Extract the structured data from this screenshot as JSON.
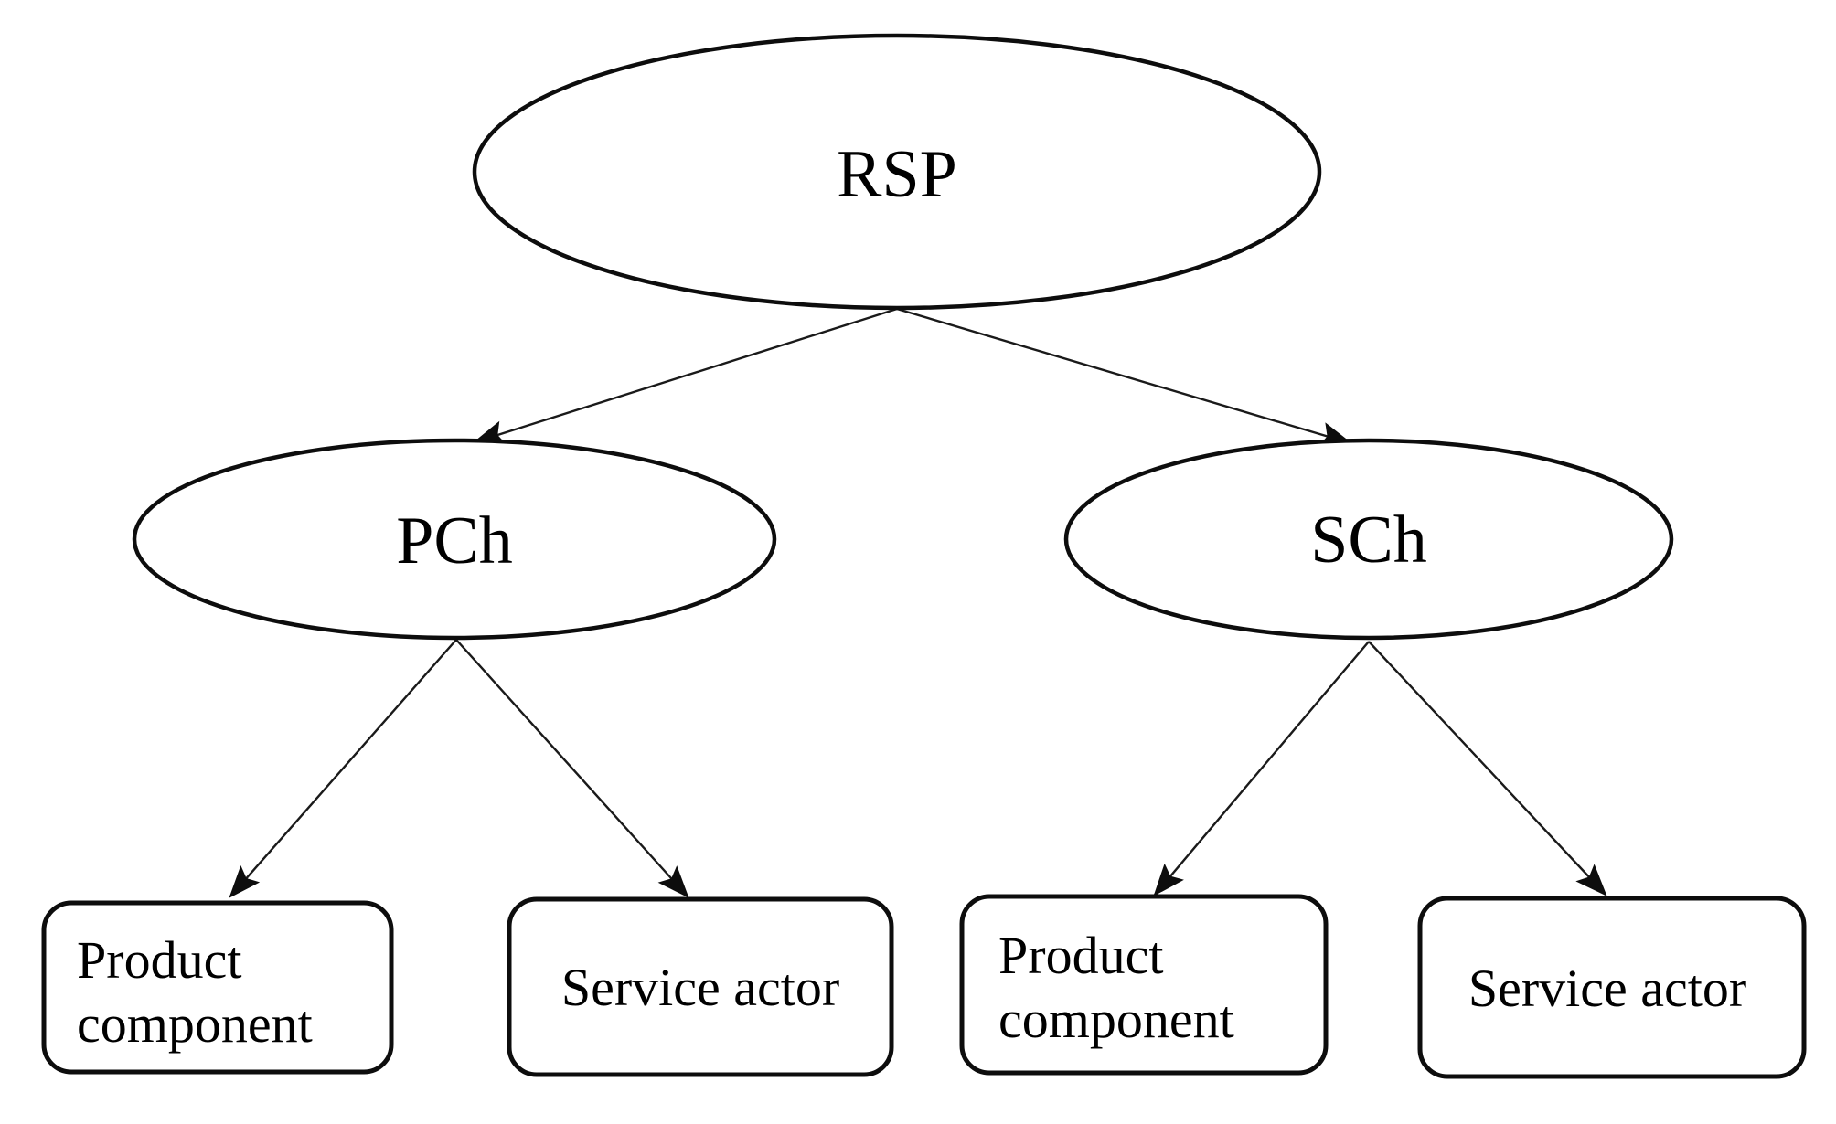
{
  "diagram": {
    "description": "Tree diagram: RSP decomposes into PCh and SCh; each decomposes into a Product component and a Service actor",
    "colors": {
      "background": "#ffffff",
      "stroke": "#0d0d0d",
      "text": "#000000",
      "node_fill": "#ffffff"
    },
    "nodes": {
      "rsp": {
        "label": "RSP",
        "shape": "ellipse"
      },
      "pch": {
        "label": "PCh",
        "shape": "ellipse"
      },
      "sch": {
        "label": "SCh",
        "shape": "ellipse"
      },
      "pch_product": {
        "label": "Product component",
        "lines": [
          "Product",
          "component"
        ],
        "shape": "rounded-rect"
      },
      "pch_service": {
        "label": "Service actor",
        "shape": "rounded-rect"
      },
      "sch_product": {
        "label": "Product component",
        "lines": [
          "Product",
          "component"
        ],
        "shape": "rounded-rect"
      },
      "sch_service": {
        "label": "Service actor",
        "shape": "rounded-rect"
      }
    },
    "edges": [
      {
        "from": "rsp",
        "to": "pch",
        "style": "arrow"
      },
      {
        "from": "rsp",
        "to": "sch",
        "style": "arrow"
      },
      {
        "from": "pch",
        "to": "pch_product",
        "style": "arrow"
      },
      {
        "from": "pch",
        "to": "pch_service",
        "style": "arrow"
      },
      {
        "from": "sch",
        "to": "sch_product",
        "style": "arrow"
      },
      {
        "from": "sch",
        "to": "sch_service",
        "style": "arrow"
      }
    ]
  }
}
